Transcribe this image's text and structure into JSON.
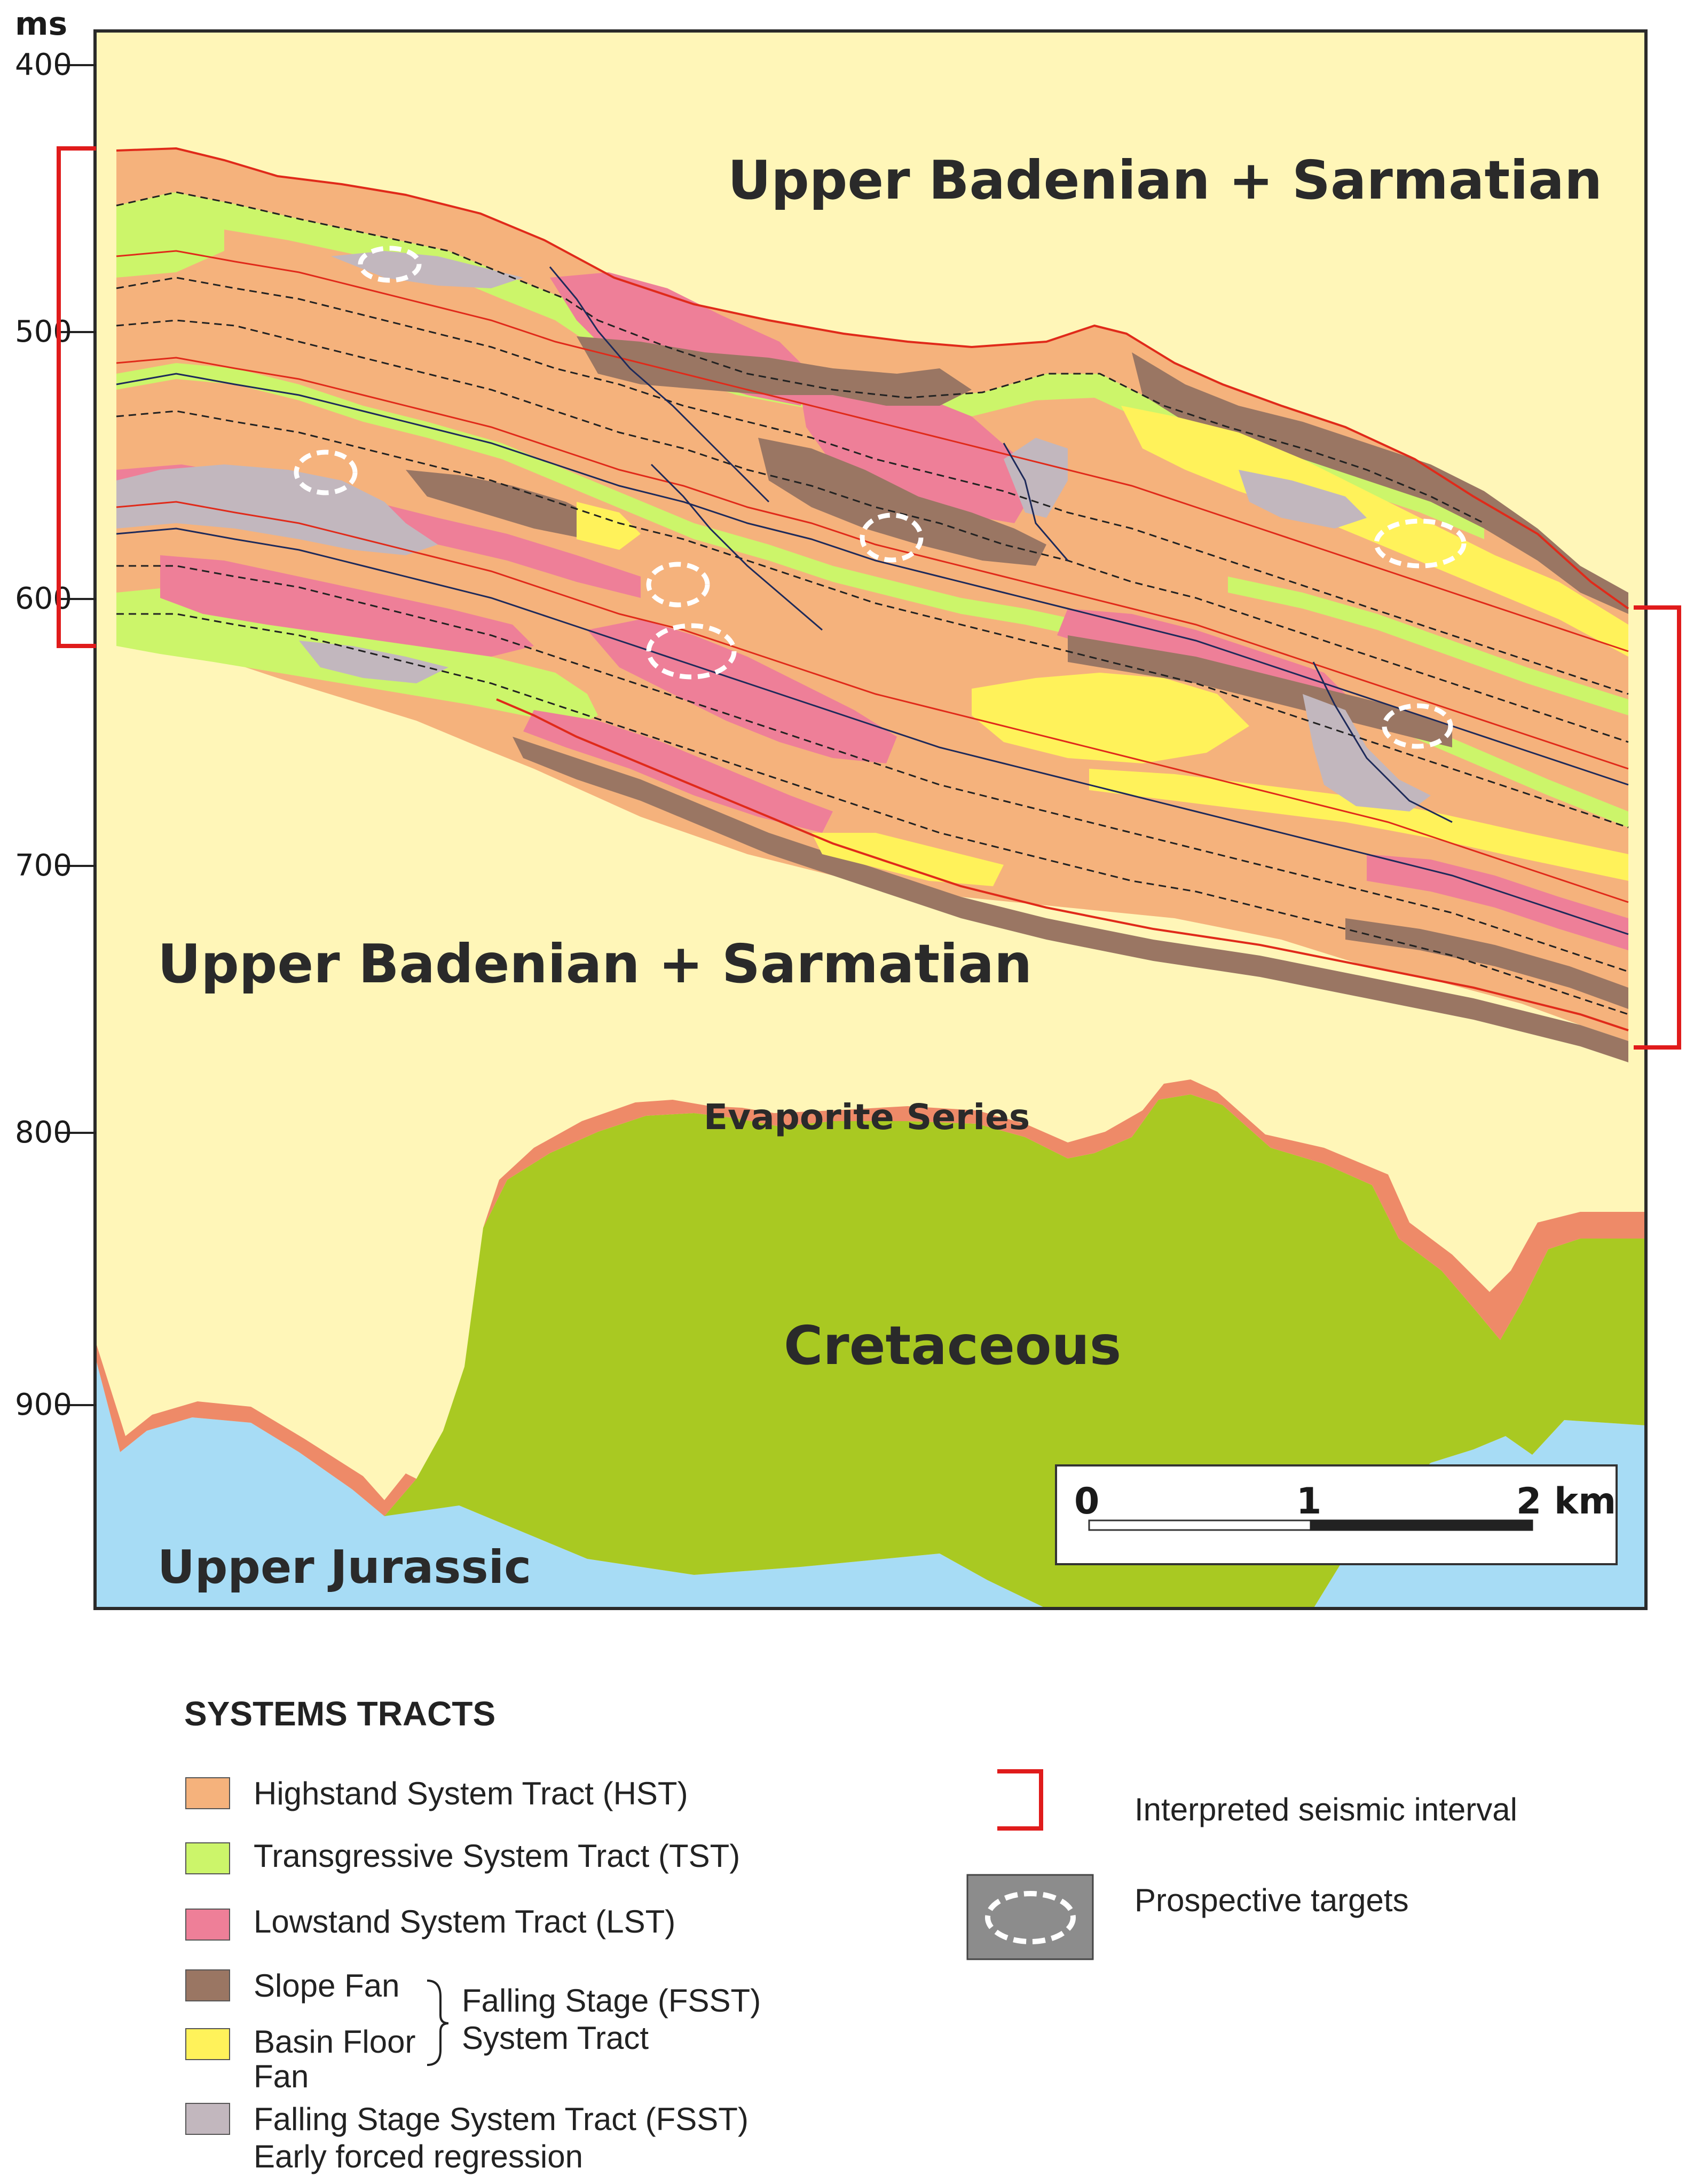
{
  "axis": {
    "unit": "ms",
    "ticks": [
      "400",
      "500",
      "600",
      "700",
      "800",
      "900"
    ]
  },
  "units": {
    "upper_label_top": "Upper Badenian + Sarmatian",
    "upper_label_mid": "Upper Badenian + Sarmatian",
    "evaporite": "Evaporite Series",
    "cretaceous": "Cretaceous",
    "jurassic": "Upper Jurassic"
  },
  "scale_bar": {
    "tick_0": "0",
    "tick_1": "1",
    "tick_2": "2 km"
  },
  "legend": {
    "title": "SYSTEMS TRACTS",
    "hst": "Highstand System Tract (HST)",
    "tst": "Transgressive System Tract (TST)",
    "lst": "Lowstand System Tract (LST)",
    "slope_fan": "Slope Fan",
    "basin_floor_1": "Basin Floor",
    "basin_floor_2": "Fan",
    "fsst_group_1": "Falling Stage (FSST)",
    "fsst_group_2": "System Tract",
    "fsst_early_1": "Falling Stage System Tract (FSST)",
    "fsst_early_2": "Early forced regression",
    "interval": "Interpreted seismic interval",
    "targets": "Prospective targets"
  },
  "colors": {
    "background": "#fff6b8",
    "hst": "#f5b27c",
    "tst": "#ccf56a",
    "lst": "#ee7f98",
    "slope_fan": "#9a7663",
    "basin_floor": "#fff25a",
    "fsst_early": "#c2b7be",
    "cretaceous": "#a9c922",
    "evaporite": "#ee8a68",
    "jurassic": "#a7dcf5",
    "interval_bracket": "#e01b1b"
  }
}
